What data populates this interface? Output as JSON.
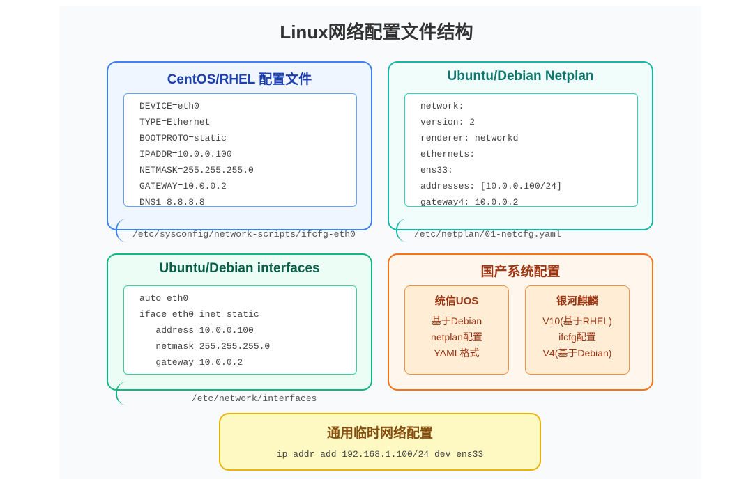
{
  "title": "Linux网络配置文件结构",
  "centos": {
    "title": "CentOS/RHEL 配置文件",
    "lines": [
      "DEVICE=eth0",
      "TYPE=Ethernet",
      "BOOTPROTO=static",
      "IPADDR=10.0.0.100",
      "NETMASK=255.255.255.0",
      "GATEWAY=10.0.0.2",
      "DNS1=8.8.8.8"
    ],
    "path": "/etc/sysconfig/network-scripts/ifcfg-eth0"
  },
  "netplan": {
    "title": "Ubuntu/Debian Netplan",
    "lines": [
      "network:",
      "version: 2",
      "renderer: networkd",
      "ethernets:",
      "ens33:",
      "addresses: [10.0.0.100/24]",
      "gateway4: 10.0.0.2"
    ],
    "path": "/etc/netplan/01-netcfg.yaml"
  },
  "interfaces": {
    "title": "Ubuntu/Debian interfaces",
    "lines": [
      "auto eth0",
      "iface eth0 inet static",
      "   address 10.0.0.100",
      "   netmask 255.255.255.0",
      "   gateway 10.0.0.2"
    ],
    "path": "/etc/network/interfaces"
  },
  "domestic": {
    "title": "国产系统配置",
    "uos": {
      "title": "统信UOS",
      "lines": [
        "基于Debian",
        "netplan配置",
        "YAML格式"
      ]
    },
    "kylin": {
      "title": "银河麒麟",
      "lines": [
        "V10(基于RHEL)",
        "ifcfg配置",
        "V4(基于Debian)"
      ]
    }
  },
  "temp": {
    "title": "通用临时网络配置",
    "command": "ip addr add 192.168.1.100/24 dev ens33"
  }
}
